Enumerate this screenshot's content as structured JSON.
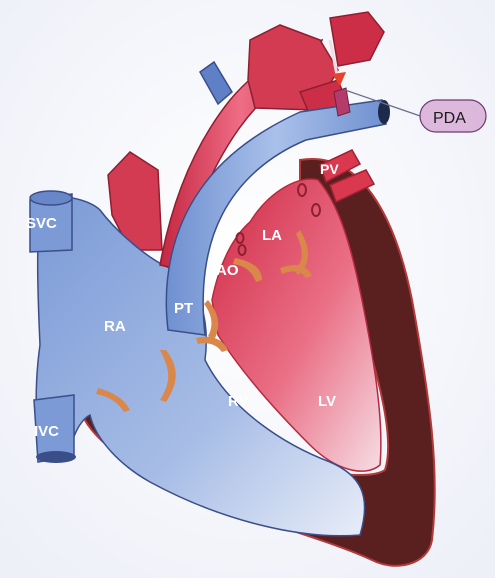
{
  "labels": {
    "svc": "SVC",
    "ivc": "IVC",
    "ra": "RA",
    "rv": "RV",
    "lv": "LV",
    "la": "LA",
    "ao": "AO",
    "pt": "PT",
    "pv": "PV",
    "pda": "PDA"
  },
  "colors": {
    "background": "#f4f5fa",
    "deoxygenated_blood": "#7f9fd6",
    "oxygenated_blood": "#d9384e",
    "myocardium": "#5a1f1f",
    "valve": "#d9874a",
    "pda_badge": "#dcb8dc"
  }
}
